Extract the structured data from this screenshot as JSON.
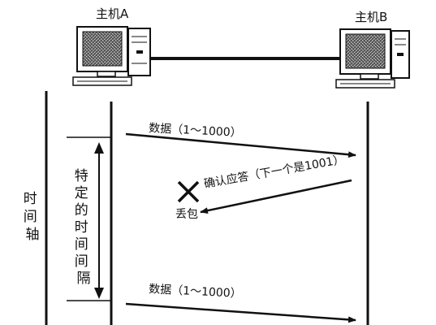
{
  "hosts": {
    "a_label": "主机A",
    "b_label": "主机B"
  },
  "axis": {
    "time_label": [
      "时",
      "间",
      "轴"
    ]
  },
  "interval": {
    "label": [
      "特",
      "定",
      "的",
      "时",
      "间",
      "间",
      "隔"
    ]
  },
  "messages": {
    "data1": "数据（1～1000）",
    "ack": "确认应答（下一个是1001）",
    "loss": "丢包",
    "data2": "数据（1～1000）"
  }
}
